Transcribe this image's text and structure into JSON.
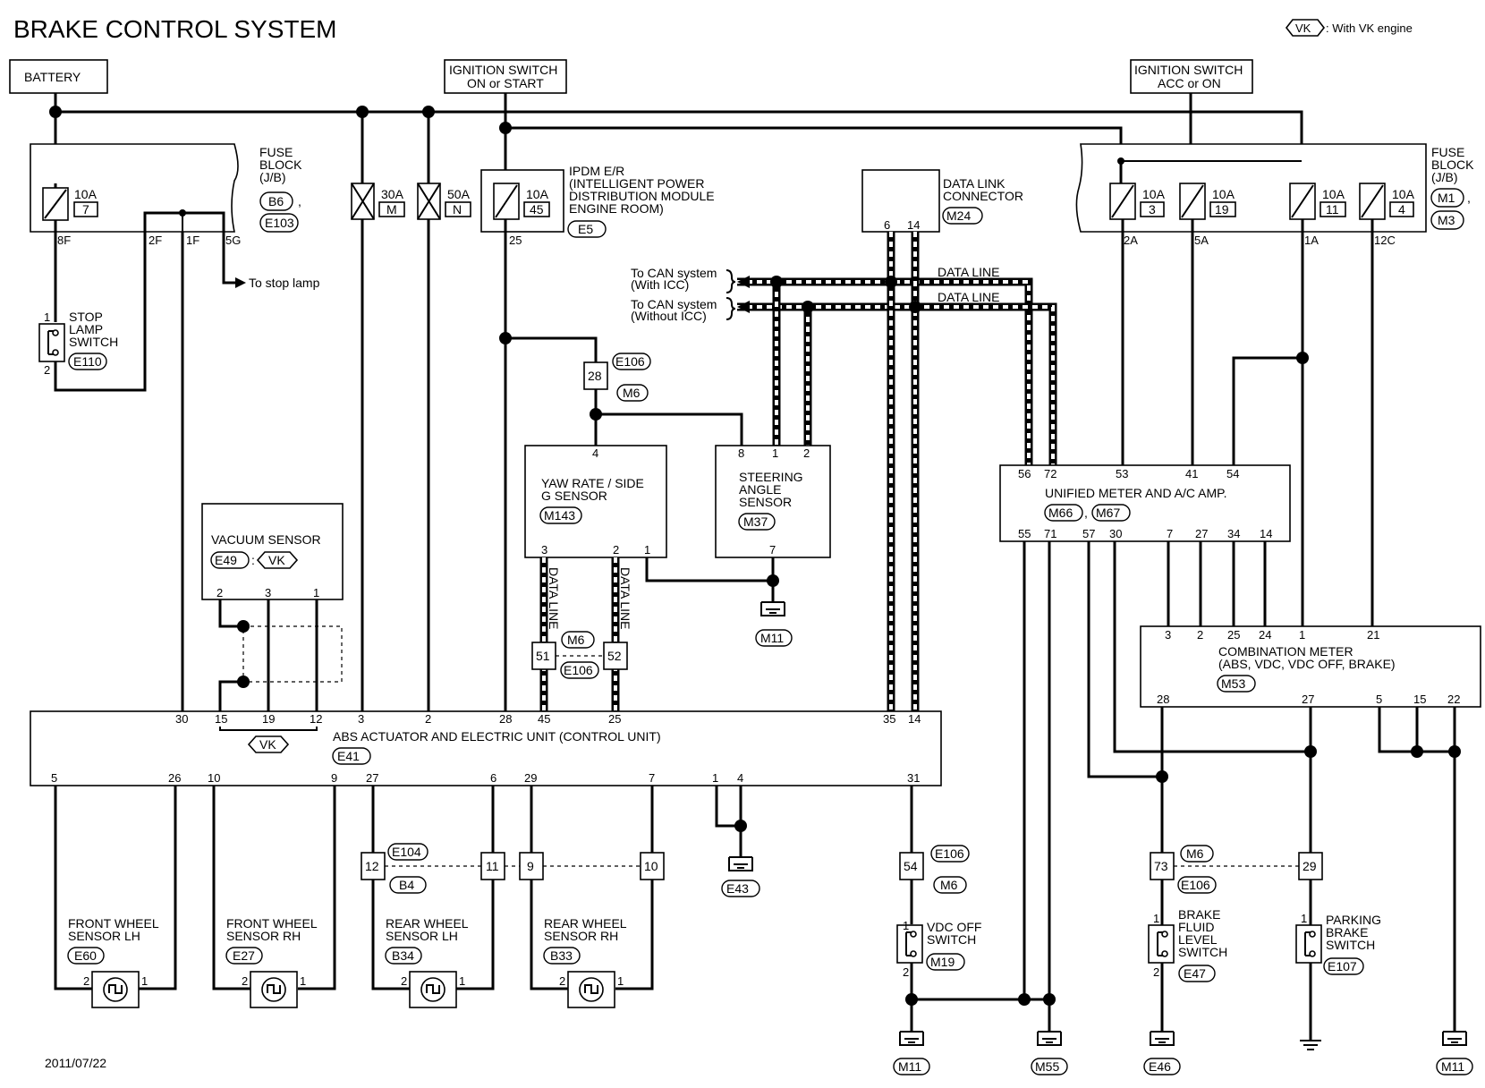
{
  "title": "BRAKE CONTROL SYSTEM",
  "legend": {
    "code": "VK",
    "text": ": With VK engine"
  },
  "date": "2011/07/22",
  "sources": {
    "battery": "BATTERY",
    "ign_on": [
      "IGNITION SWITCH",
      "ON or START"
    ],
    "ign_acc": [
      "IGNITION SWITCH",
      "ACC or ON"
    ]
  },
  "fuse_block_left": {
    "label": [
      "FUSE",
      "BLOCK",
      "(J/B)"
    ],
    "conn": [
      "B6",
      "E103"
    ],
    "fuse": {
      "amp": "10A",
      "no": "7"
    },
    "pins": [
      "8F",
      "2F",
      "1F",
      "5G"
    ],
    "to_stop_lamp": "To stop lamp"
  },
  "fusible_links": [
    {
      "amp": "30A",
      "no": "M"
    },
    {
      "amp": "50A",
      "no": "N"
    }
  ],
  "ipdm": {
    "fuse": {
      "amp": "10A",
      "no": "45"
    },
    "label": [
      "IPDM E/R",
      "(INTELLIGENT POWER",
      "DISTRIBUTION MODULE",
      "ENGINE ROOM)"
    ],
    "conn": "E5",
    "pin": "25"
  },
  "dlc": {
    "label": [
      "DATA LINK",
      "CONNECTOR"
    ],
    "conn": "M24",
    "pins": [
      "6",
      "14"
    ]
  },
  "fuse_block_right": {
    "label": [
      "FUSE",
      "BLOCK",
      "(J/B)"
    ],
    "conn": [
      "M1",
      "M3"
    ],
    "fuses": [
      {
        "amp": "10A",
        "no": "3"
      },
      {
        "amp": "10A",
        "no": "19"
      },
      {
        "amp": "10A",
        "no": "11"
      },
      {
        "amp": "10A",
        "no": "4"
      }
    ],
    "pins": [
      "2A",
      "5A",
      "1A",
      "12C"
    ]
  },
  "can": {
    "with_icc": [
      "To CAN system",
      "(With ICC)"
    ],
    "without_icc": [
      "To CAN system",
      "(Without ICC)"
    ],
    "data_line": "DATA LINE"
  },
  "stop_lamp_switch": {
    "label": [
      "STOP",
      "LAMP",
      "SWITCH"
    ],
    "conn": "E110",
    "pins": [
      "1",
      "2"
    ]
  },
  "jc_28": {
    "pin": "28",
    "conns": [
      "E106",
      "M6"
    ]
  },
  "yaw_sensor": {
    "label": [
      "YAW RATE / SIDE",
      "G SENSOR"
    ],
    "conn": "M143",
    "pins_top": [
      "4"
    ],
    "pins_bottom": [
      "3",
      "2",
      "1"
    ]
  },
  "steering_sensor": {
    "label": [
      "STEERING",
      "ANGLE",
      "SENSOR"
    ],
    "conn": "M37",
    "pins_top": [
      "8",
      "1",
      "2"
    ],
    "pins_bottom": [
      "7"
    ]
  },
  "ground_labels": [
    "M11",
    "E43",
    "M11",
    "M55",
    "E46",
    "M11"
  ],
  "jc_51_52": {
    "pins": [
      "51",
      "52"
    ],
    "conns": [
      "M6",
      "E106"
    ]
  },
  "vacuum_sensor": {
    "label": "VACUUM SENSOR",
    "conn": "E49",
    "code": "VK",
    "pins": [
      "2",
      "3",
      "1"
    ]
  },
  "abs": {
    "label": "ABS ACTUATOR AND ELECTRIC UNIT (CONTROL UNIT)",
    "conn": "E41",
    "code": "VK",
    "pins_top": [
      "30",
      "15",
      "19",
      "12",
      "3",
      "2",
      "28",
      "45",
      "25",
      "35",
      "14"
    ],
    "pins_bottom": [
      "5",
      "26",
      "10",
      "9",
      "27",
      "6",
      "29",
      "7",
      "1",
      "4",
      "31"
    ]
  },
  "unified_meter": {
    "label": "UNIFIED METER AND A/C AMP.",
    "conn": [
      "M66",
      "M67"
    ],
    "pins_top": [
      "56",
      "72",
      "53",
      "41",
      "54"
    ],
    "pins_bottom": [
      "55",
      "71",
      "57",
      "30",
      "7",
      "27",
      "34",
      "14"
    ]
  },
  "combination_meter": {
    "label": [
      "COMBINATION METER",
      "(ABS, VDC, VDC OFF, BRAKE)"
    ],
    "conn": "M53",
    "pins_top": [
      "3",
      "2",
      "25",
      "24",
      "1",
      "21"
    ],
    "pins_bottom": [
      "28",
      "27",
      "5",
      "15",
      "22"
    ]
  },
  "wheel_sensors": [
    {
      "label": [
        "FRONT WHEEL",
        "SENSOR LH"
      ],
      "conn": "E60"
    },
    {
      "label": [
        "FRONT WHEEL",
        "SENSOR RH"
      ],
      "conn": "E27"
    },
    {
      "label": [
        "REAR WHEEL",
        "SENSOR LH"
      ],
      "conn": "B34"
    },
    {
      "label": [
        "REAR WHEEL",
        "SENSOR RH"
      ],
      "conn": "B33"
    }
  ],
  "sensor_pins": [
    "2",
    "1"
  ],
  "jc_rear": {
    "pins": [
      "12",
      "11",
      "9",
      "10"
    ],
    "conns": [
      "E104",
      "B4"
    ]
  },
  "jc_54": {
    "pin": "54",
    "conns": [
      "E106",
      "M6"
    ]
  },
  "vdc_off_switch": {
    "label": [
      "VDC OFF",
      "SWITCH"
    ],
    "conn": "M19",
    "pins": [
      "1",
      "2"
    ]
  },
  "jc_73_29": {
    "pins": [
      "73",
      "29"
    ],
    "conns": [
      "M6",
      "E106"
    ]
  },
  "brake_fluid_switch": {
    "label": [
      "BRAKE",
      "FLUID",
      "LEVEL",
      "SWITCH"
    ],
    "conn": "E47",
    "pins": [
      "1",
      "2"
    ]
  },
  "parking_brake_switch": {
    "label": [
      "PARKING",
      "BRAKE",
      "SWITCH"
    ],
    "conn": "E107",
    "pins": [
      "1"
    ]
  }
}
